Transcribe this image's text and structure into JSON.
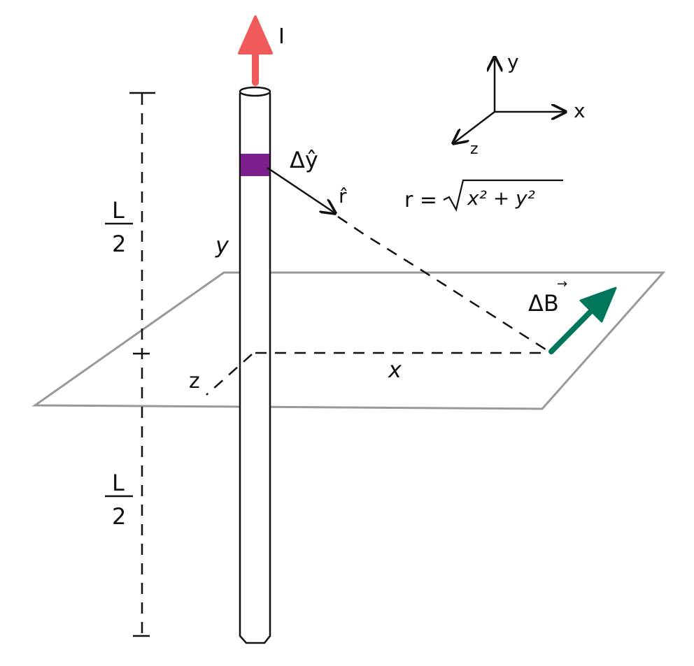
{
  "colors": {
    "current_arrow": "#f05a5a",
    "segment": "#7b1f8c",
    "field_arrow": "#00775a",
    "plane": "#999999",
    "ink": "#111111"
  },
  "labels": {
    "current": "I",
    "segment": "Δŷ",
    "unit_r": "r̂",
    "formula_lhs": "r =",
    "formula_rad": "x² + y²",
    "field": "ΔB",
    "field_vec": "→",
    "wire_y": "y",
    "plane_z": "z",
    "plane_x": "x",
    "half_length_top_num": "L",
    "half_length_top_den": "2",
    "half_length_bottom_num": "L",
    "half_length_bottom_den": "2"
  },
  "axes": {
    "y": "y",
    "x": "x",
    "z": "z"
  }
}
